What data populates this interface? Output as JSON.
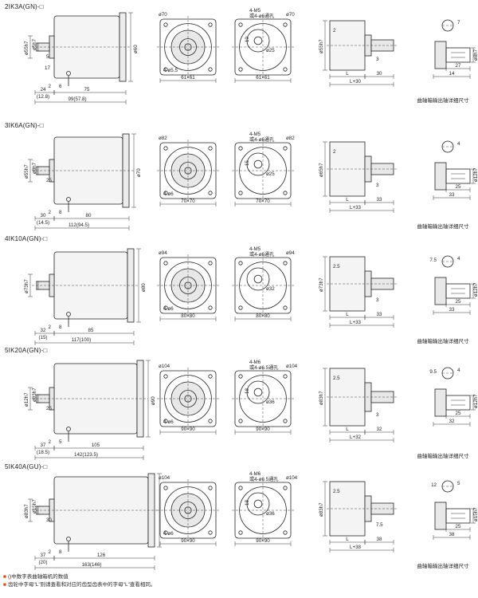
{
  "models": [
    {
      "name": "2IK3A(GN)-□",
      "side": {
        "d1": "ø5h7",
        "d2": "ø55h7",
        "d3": "ø60",
        "k1": "5",
        "k2": "17",
        "a": "2",
        "b": "6",
        "c": "24",
        "c_alt": "(12.8)",
        "len1": "75",
        "len_total": "99(57.8)"
      },
      "front": {
        "outer": "ø70",
        "holes": "4-ø5.5",
        "square": "61×61"
      },
      "rear": {
        "outer": "ø70",
        "thread": "4-M5",
        "thread_alt": "或4-ø6通孔",
        "pcd": "ø25",
        "k": "10",
        "square": "61×61"
      },
      "gear": {
        "d": "ø55h7",
        "a": "2",
        "b": "3",
        "l1": "L",
        "l2": "30",
        "total": "L+30"
      },
      "shaft": {
        "d": "ø8h7",
        "w": "7",
        "s": "27",
        "s2": "14",
        "caption": "曲轴箱输出轴详细尺寸"
      }
    },
    {
      "name": "3IK6A(GN)-□",
      "side": {
        "d1": "ø8h7",
        "d2": "ø55h7",
        "d3": "ø70",
        "k1": "25",
        "a": "2",
        "b": "8",
        "c": "30",
        "c_alt": "(14.5)",
        "len1": "80",
        "len_total": "112(94.5)"
      },
      "front": {
        "outer": "ø82",
        "holes": "4-ø6",
        "square": "70×70"
      },
      "rear": {
        "outer": "ø82",
        "thread": "4-M5",
        "thread_alt": "或4-ø6通孔",
        "pcd": "ø25",
        "k": "15",
        "square": "70×70"
      },
      "gear": {
        "d": "ø65h7",
        "a": "2",
        "b": "3",
        "l1": "L",
        "l2": "33",
        "total": "L+33"
      },
      "shaft": {
        "d": "ø12h7",
        "w": "4",
        "s": "25",
        "s2": "33",
        "caption": "曲轴箱输出轴详细尺寸"
      }
    },
    {
      "name": "4IK10A(GN)-□",
      "side": {
        "d1": "ø73h7",
        "d3": "ø80",
        "a": "2",
        "b": "8",
        "c": "32",
        "c_alt": "(15)",
        "len1": "85",
        "len_total": "117(100)"
      },
      "front": {
        "outer": "ø94",
        "holes": "4-ø6",
        "square": "80×80"
      },
      "rear": {
        "outer": "ø94",
        "thread": "4-M5",
        "thread_alt": "或4-ø6通孔",
        "pcd": "ø32",
        "k": "",
        "square": "80×80"
      },
      "gear": {
        "d": "ø73h7",
        "a": "2.5",
        "b": "3",
        "l1": "L",
        "l2": "33",
        "total": "L+33"
      },
      "shaft": {
        "d": "ø12h7",
        "w": "4",
        "e": "7.5",
        "s": "25",
        "s2": "33",
        "caption": "曲轴箱输出轴详细尺寸"
      }
    },
    {
      "name": "5IK20A(GN)-□",
      "side": {
        "d1": "ø83h7",
        "d2": "ø12h7",
        "d3": "ø90",
        "k1": "25",
        "a": "2",
        "b": "5",
        "c": "37",
        "c_alt": "(18.5)",
        "len1": "105",
        "len_total": "142(123.5)"
      },
      "front": {
        "outer": "ø104",
        "holes": "4-ø6",
        "square": "90×90"
      },
      "rear": {
        "outer": "ø104",
        "thread": "4-M6",
        "thread_alt": "或4-ø6.5通孔",
        "pcd": "ø36",
        "k": "18",
        "square": "90×90"
      },
      "gear": {
        "d": "ø83h7",
        "a": "2.5",
        "b": "3",
        "l1": "L",
        "l2": "32",
        "total": "L+32"
      },
      "shaft": {
        "d": "ø12h7",
        "w": "4",
        "e": "9.5",
        "s": "25",
        "s2": "32",
        "caption": "曲轴箱输出轴详细尺寸"
      }
    },
    {
      "name": "5IK40A(GU)-□",
      "side": {
        "d1": "ø15h7",
        "d2": "ø83h7",
        "k1": "30",
        "a": "2",
        "b": "8",
        "c": "37",
        "c_alt": "(20)",
        "len1": "126",
        "len_total": "163(146)"
      },
      "front": {
        "outer": "ø104",
        "holes": "4-ø6",
        "square": "90×90"
      },
      "rear": {
        "outer": "ø104",
        "thread": "4-M6",
        "thread_alt": "或4-ø6.5通孔",
        "pcd": "ø36",
        "k": "18",
        "square": "90×90"
      },
      "gear": {
        "d": "ø83h7",
        "a": "2.5",
        "b": "7.5",
        "l1": "L",
        "l2": "38",
        "total": "L+38"
      },
      "shaft": {
        "d": "ø15h7",
        "w": "5",
        "e": "12",
        "s": "25",
        "s2": "38",
        "caption": "曲轴箱输出轴详细尺寸"
      }
    }
  ],
  "notes": [
    "()中数字表曲轴箱机的数值",
    "齿轮中字母\"L\"则请查看和对应的齿型齿表中的字母\"L\"查看相同。"
  ]
}
